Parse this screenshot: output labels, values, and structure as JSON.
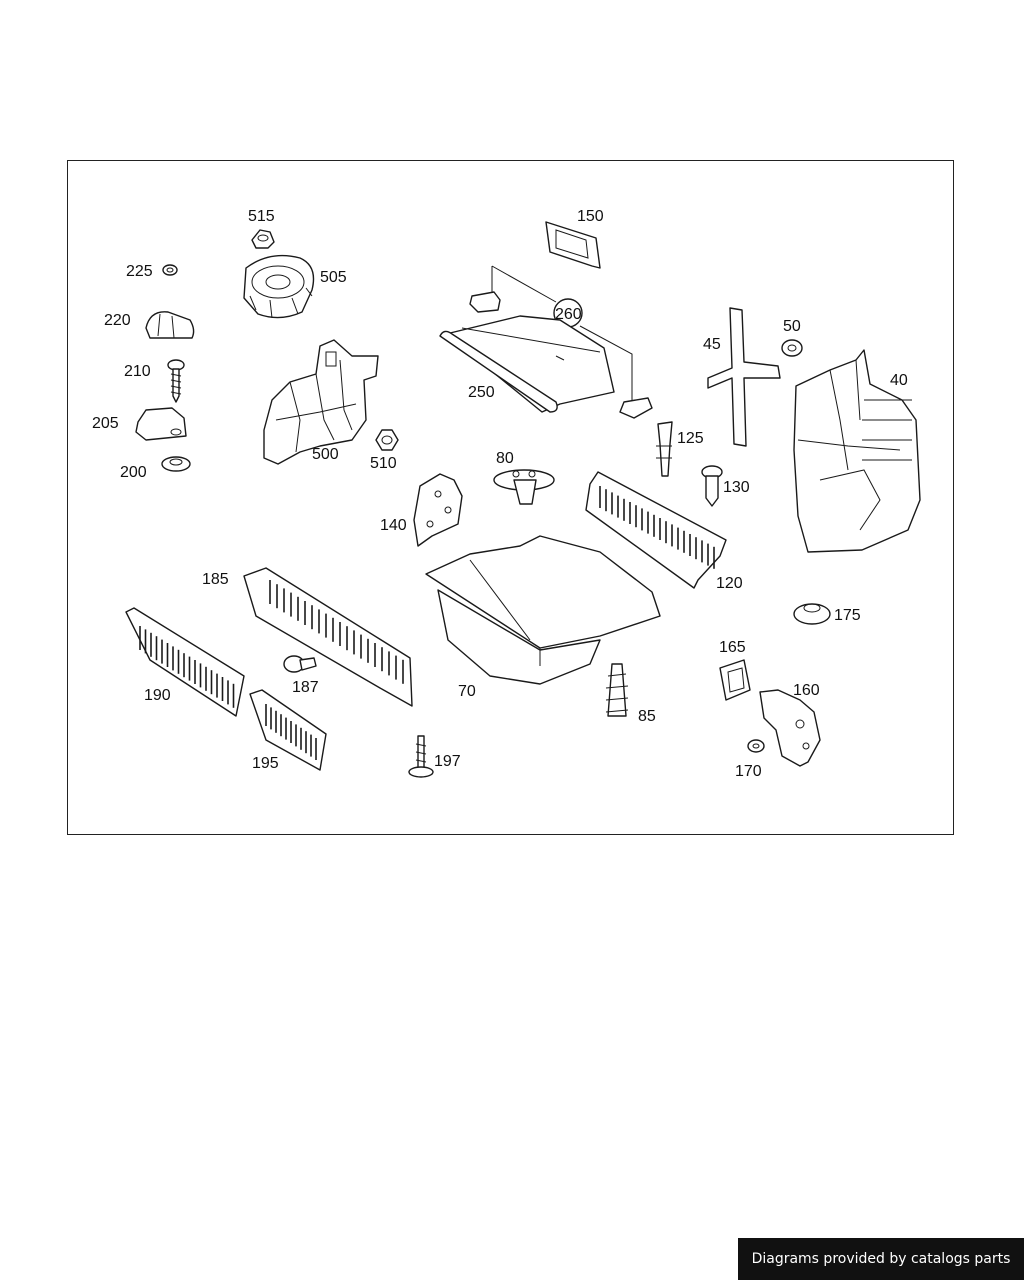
{
  "diagram": {
    "callouts": {
      "c515": "515",
      "c225": "225",
      "c505": "505",
      "c220": "220",
      "c210": "210",
      "c205": "205",
      "c200": "200",
      "c500": "500",
      "c510": "510",
      "c150": "150",
      "c260": "260",
      "c250": "250",
      "c45": "45",
      "c50": "50",
      "c40": "40",
      "c125": "125",
      "c80": "80",
      "c130": "130",
      "c140": "140",
      "c120": "120",
      "c185": "185",
      "c175": "175",
      "c187": "187",
      "c190": "190",
      "c70": "70",
      "c165": "165",
      "c160": "160",
      "c85": "85",
      "c195": "195",
      "c197": "197",
      "c170": "170"
    }
  },
  "footer": {
    "text": "Diagrams provided by catalogs parts"
  }
}
